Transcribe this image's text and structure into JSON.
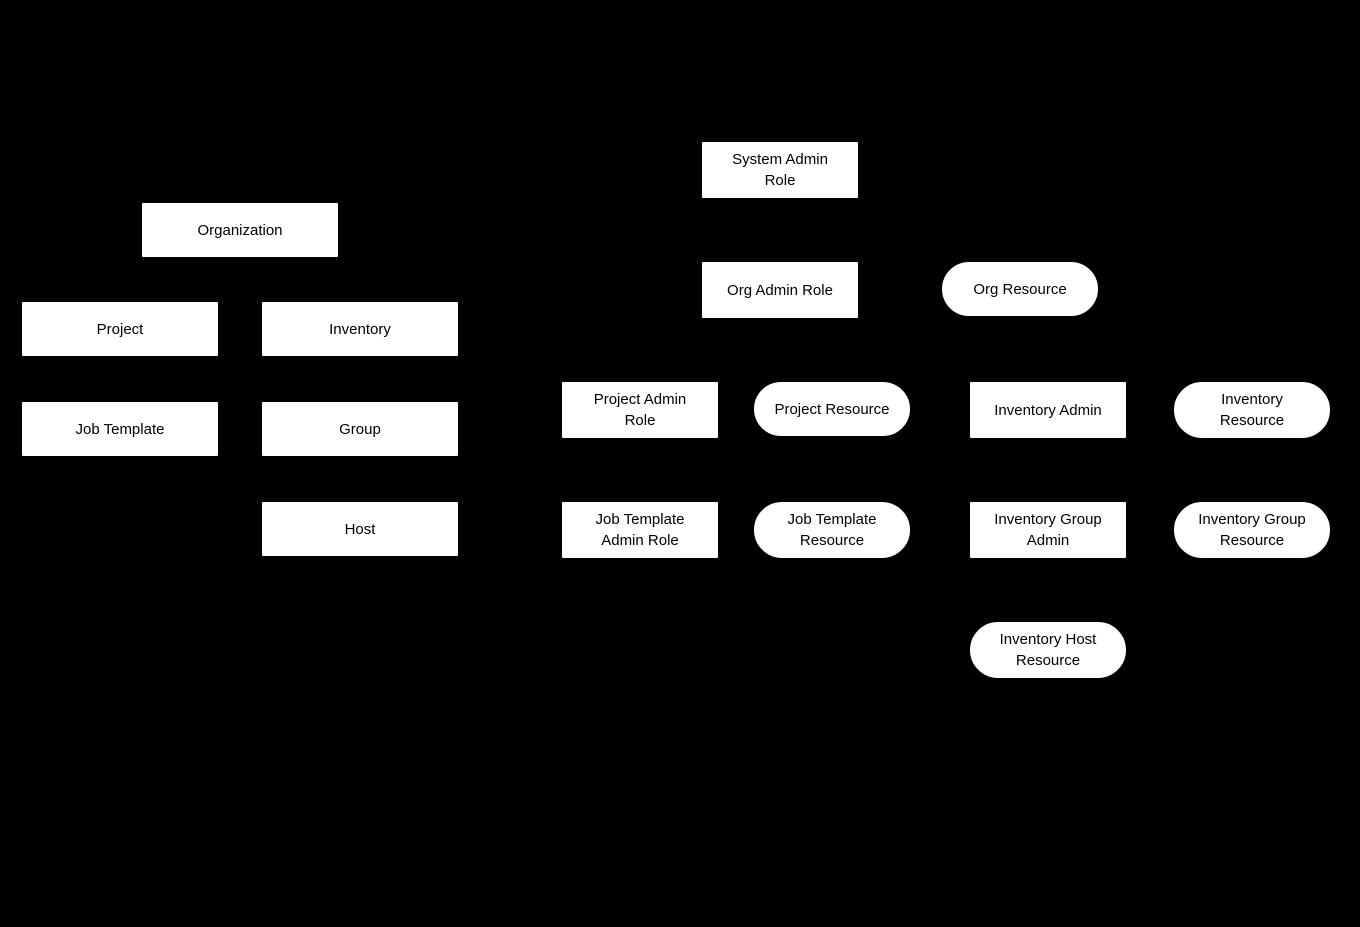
{
  "colors": {
    "background": "#000000",
    "node_fill": "#ffffff",
    "node_border": "#000000",
    "node_text": "#000000"
  },
  "nodes": {
    "organization": "Organization",
    "project": "Project",
    "inventory": "Inventory",
    "job_template": "Job Template",
    "group": "Group",
    "host": "Host",
    "system_admin_role": "System Admin\nRole",
    "org_admin_role": "Org Admin Role",
    "org_resource": "Org Resource",
    "project_admin_role": "Project Admin\nRole",
    "project_resource": "Project Resource",
    "inventory_admin": "Inventory Admin",
    "inventory_resource": "Inventory\nResource",
    "job_template_admin_role": "Job Template\nAdmin Role",
    "job_template_resource": "Job Template\nResource",
    "inventory_group_admin": "Inventory Group\nAdmin",
    "inventory_group_resource": "Inventory Group\nResource",
    "inventory_host_resource": "Inventory Host\nResource"
  }
}
